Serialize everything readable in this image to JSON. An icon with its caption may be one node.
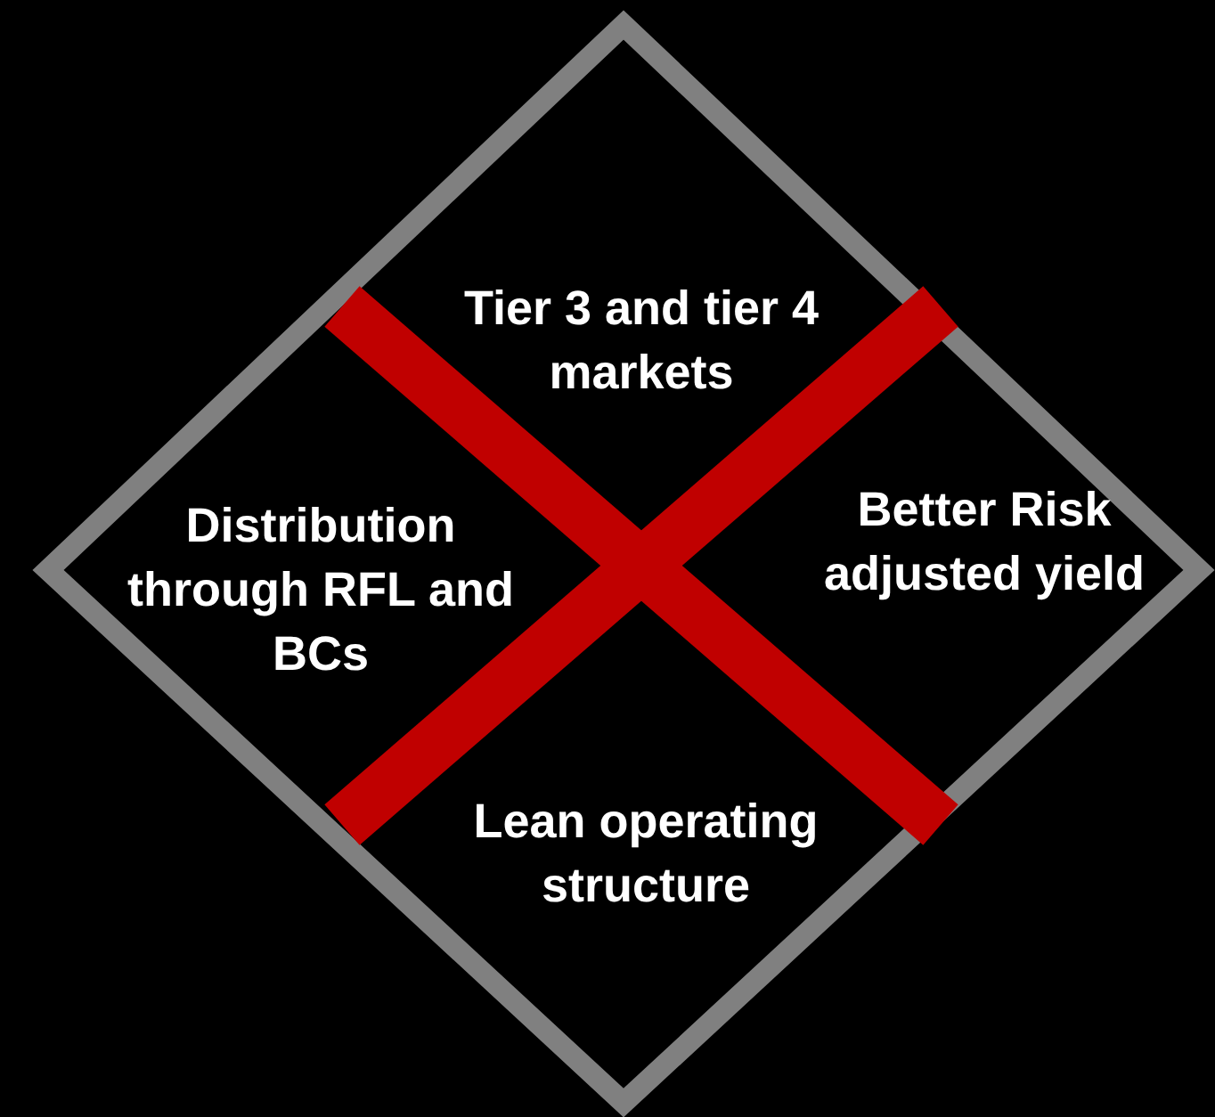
{
  "diagram": {
    "nodes": [
      {
        "text": [
          "Tier 3 and tier 4 markets"
        ]
      },
      {
        "text": [
          "Distribution through RFL and BCs"
        ]
      },
      {
        "text": [
          "Better Risk adjusted yield"
        ]
      },
      {
        "text": [
          "Lean operating structure"
        ]
      }
    ]
  }
}
